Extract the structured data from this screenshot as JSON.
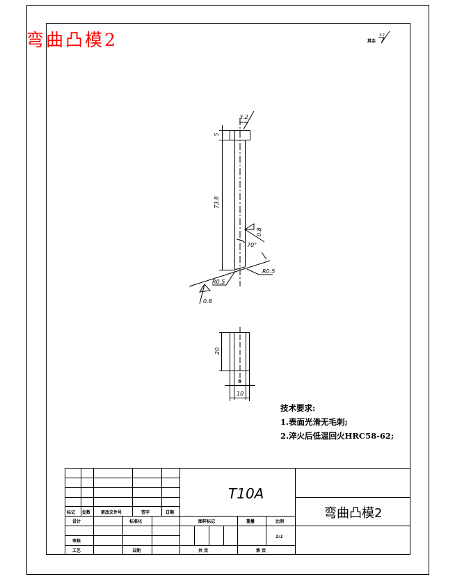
{
  "header_title": "弯曲凸模2",
  "roughness_note": {
    "label": "其余",
    "value": "3.2"
  },
  "dimensions": {
    "head_height": "5",
    "length": "73.8",
    "angle": "70°",
    "radius_right": "R0.5",
    "radius_left": "R0.5",
    "rough_top": "3.2",
    "rough_side": "0.8",
    "rough_bottom": "0.8",
    "view_height": "20",
    "view_inner": "6",
    "view_width": "10"
  },
  "technical_requirements": {
    "title": "技术要求:",
    "items": [
      "1.表面光滑无毛刺;",
      "2.淬火后低温回火HRC58-62;"
    ]
  },
  "title_block": {
    "material": "T10A",
    "part_name": "弯曲凸模2",
    "revision_headers": [
      "标记",
      "处数",
      "更改文件号",
      "签字",
      "日期"
    ],
    "design": "设计",
    "standardization": "标准化",
    "review": "审核",
    "process": "工艺",
    "date": "日期",
    "stage_mark": "图样标记",
    "weight": "重量",
    "scale_label": "比例",
    "scale_value": "1:1",
    "total_pages": "共  页",
    "page_no": "第  页"
  },
  "colors": {
    "title": "#ff0000",
    "lines": "#000000"
  }
}
